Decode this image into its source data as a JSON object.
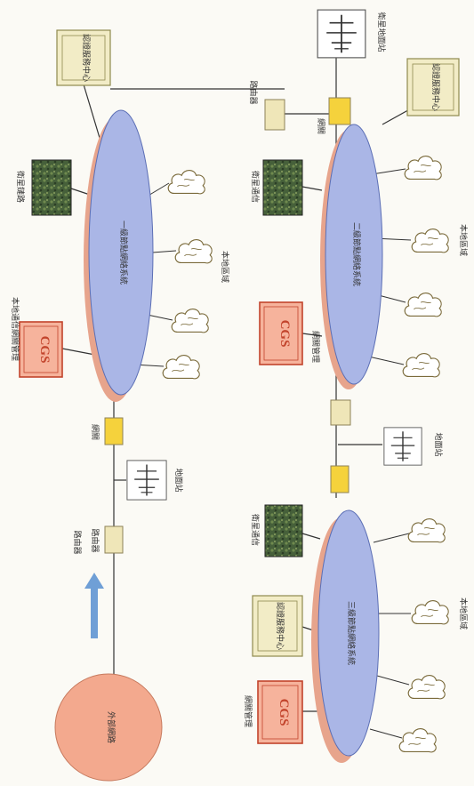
{
  "colors": {
    "background": "#fbfaf5",
    "line": "#333333",
    "ellipse_fill": "#aab6e6",
    "ellipse_shadow": "#e7a48c",
    "ellipse_stroke": "#5c6fb5",
    "cgs_fill": "#f6b39c",
    "cgs_stroke": "#c2442c",
    "cgs_text": "#c2442c",
    "gateway_yellow": "#f5d23c",
    "gateway_cream": "#efe6b8",
    "gateway_stroke": "#8e8258",
    "ta_fill": "#f2ecc6",
    "ta_stroke": "#8f8a4e",
    "sat_fill": "#46603a",
    "cloud_fill": "#ffffff",
    "external_circle": "#f3a98e",
    "arrow": "#6f9fd6"
  },
  "icons": {
    "satellite_node": "satellite-tile-icon",
    "terminal_group": "cloud-terminal-icon",
    "antenna": "antenna-icon",
    "flow_arrow": "arrow-icon"
  },
  "external_network": {
    "label": "外部網路"
  },
  "cgs_label": "CGS",
  "panels": [
    {
      "network_label": "一級節點網絡系統",
      "region_label": "本地區域",
      "satellite_label": "衛星鏈路",
      "cgs_caption": "本地通信網關管理",
      "ta_label": "認證服務中心",
      "gateway_labels": [
        "網關",
        "路由器"
      ],
      "router_caption": "路由器",
      "antenna_caption": "地面站"
    },
    {
      "network_label": "二級節點網絡系統",
      "region_label": "本地區域",
      "satellite_label": "衛星通信",
      "cgs_caption": "網關管理",
      "ta_label": "認證服務中心",
      "gateway_labels": [
        "路由器",
        "網關"
      ],
      "antenna_top_caption": "衛星地面站",
      "antenna_mid_caption": "地面站"
    },
    {
      "network_label": "三級節點網絡系統",
      "region_label": "本地區域",
      "satellite_label": "衛星通信",
      "cgs_caption": "網關管理",
      "ta_label": "認證服務中心"
    }
  ]
}
